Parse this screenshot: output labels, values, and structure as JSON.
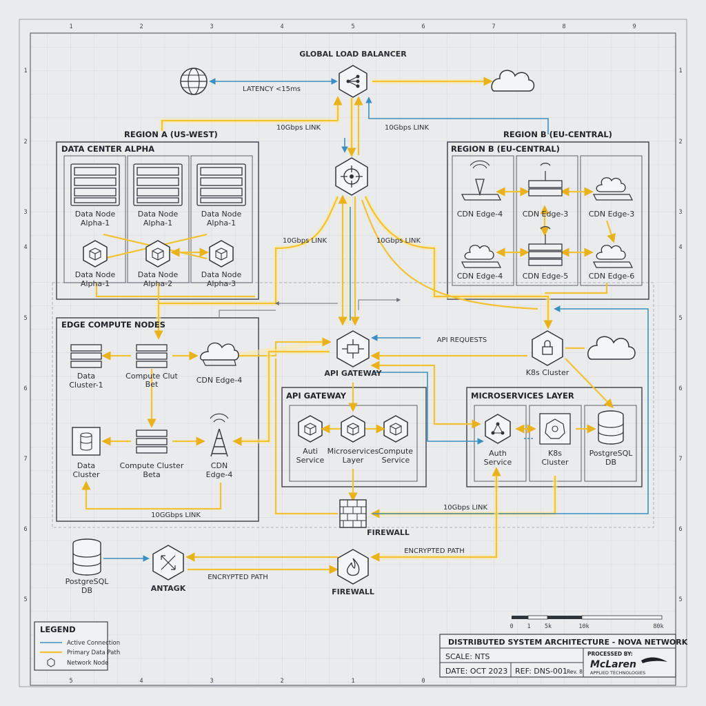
{
  "grid_cols_top": [
    "1",
    "2",
    "3",
    "4",
    "5",
    "6",
    "7",
    "8",
    "9"
  ],
  "grid_rows_left": [
    "1",
    "2",
    "3",
    "4",
    "5",
    "6",
    "7",
    "6",
    "5"
  ],
  "grid_rows_right": [
    "1",
    "2",
    "3",
    "4",
    "5",
    "6",
    "7",
    "6",
    "5"
  ],
  "grid_cols_bottom": [
    "5",
    "4",
    "3",
    "2",
    "1",
    "0"
  ],
  "top": {
    "global_lb": "GLOBAL LOAD BALANCER",
    "latency": "LATENCY <15ms",
    "link_left": "10Gbps LINK",
    "link_right": "10Gbps LINK"
  },
  "region_a": {
    "title": "REGION A (US-WEST)",
    "dc_title": "DATA CENTER ALPHA",
    "servers": [
      {
        "line1": "Data Node",
        "line2": "Alpha-1"
      },
      {
        "line1": "Data Node",
        "line2": "Alpha-1"
      },
      {
        "line1": "Data Node",
        "line2": "Alpha-1"
      }
    ],
    "nodes": [
      {
        "line1": "Data Node",
        "line2": "Alpha-1"
      },
      {
        "line1": "Data Node",
        "line2": "Alpha-2"
      },
      {
        "line1": "Data Node",
        "line2": "Alpha-3"
      }
    ]
  },
  "region_b": {
    "title": "REGION B (EU-CENTRAL)",
    "inner_title": "REGION B (EU-CENTRAL)",
    "edges": [
      "CDN Edge-4",
      "CDN Edge-3",
      "CDN Edge-3",
      "CDN Edge-4",
      "CDN Edge-5",
      "CDN Edge-6"
    ]
  },
  "mid_links": {
    "left": "10Gbps LINK",
    "right": "10Gbps LINK",
    "api_requests": "API REQUESTS"
  },
  "edge_compute": {
    "title": "EDGE COMPUTE NODES",
    "data_cluster_1": {
      "line1": "Data",
      "line2": "Cluster-1"
    },
    "compute_clut": {
      "line1": "Compute Clut",
      "line2": "Bet"
    },
    "cdn_edge_top": "CDN Edge-4",
    "data_cluster": {
      "line1": "Data",
      "line2": "Cluster"
    },
    "compute_beta": {
      "line1": "Compute Cluster",
      "line2": "Beta"
    },
    "cdn_edge_bottom": {
      "line1": "CDN",
      "line2": "Edge-4"
    },
    "link": "10GGbps LINK"
  },
  "api_gateway": {
    "label": "API GATEWAY",
    "box_title": "API GATEWAY",
    "services": [
      {
        "line1": "Auti",
        "line2": "Service"
      },
      {
        "line1": "Microservices",
        "line2": "Layer"
      },
      {
        "line1": "Compute",
        "line2": "Service"
      }
    ]
  },
  "k8s_top": "K8s Cluster",
  "microservices": {
    "title": "MICROSERVICES LAYER",
    "auth": {
      "line1": "Auth",
      "line2": "Service"
    },
    "k8s": {
      "line1": "K8s",
      "line2": "Cluster"
    },
    "pg": {
      "line1": "PostgreSQL",
      "line2": "DB"
    }
  },
  "firewall_1": "FIREWALL",
  "firewall_2": "FIREWALL",
  "link_bottom": "10Gbps LINK",
  "encrypted_right": "ENCRYPTED PATH",
  "encrypted_left": "ENCRYPTED PATH",
  "pg_bottom": {
    "line1": "PostgreSQL",
    "line2": "DB"
  },
  "antagk": "ANTAGK",
  "legend": {
    "title": "LEGEND",
    "items": [
      "Active Connection",
      "Primary Data Path",
      "Network Node"
    ]
  },
  "scale_bar": {
    "ticks": [
      "0",
      "1",
      "5k",
      "10k",
      "80k"
    ]
  },
  "title_block": {
    "title": "DISTRIBUTED SYSTEM ARCHITECTURE - NOVA NETWORK",
    "scale": "SCALE: NTS",
    "date": "DATE: OCT 2023",
    "ref": "REF: DNS-001",
    "rev": "Rev. 8",
    "processed_by": "PROCESSED BY:",
    "brand": "McLaren",
    "brand_sub": "APPLIED TECHNOLOGIES"
  },
  "colors": {
    "primary_path": "#f2c233",
    "active_connection": "#3c8fc2",
    "background": "#e9ebed"
  }
}
